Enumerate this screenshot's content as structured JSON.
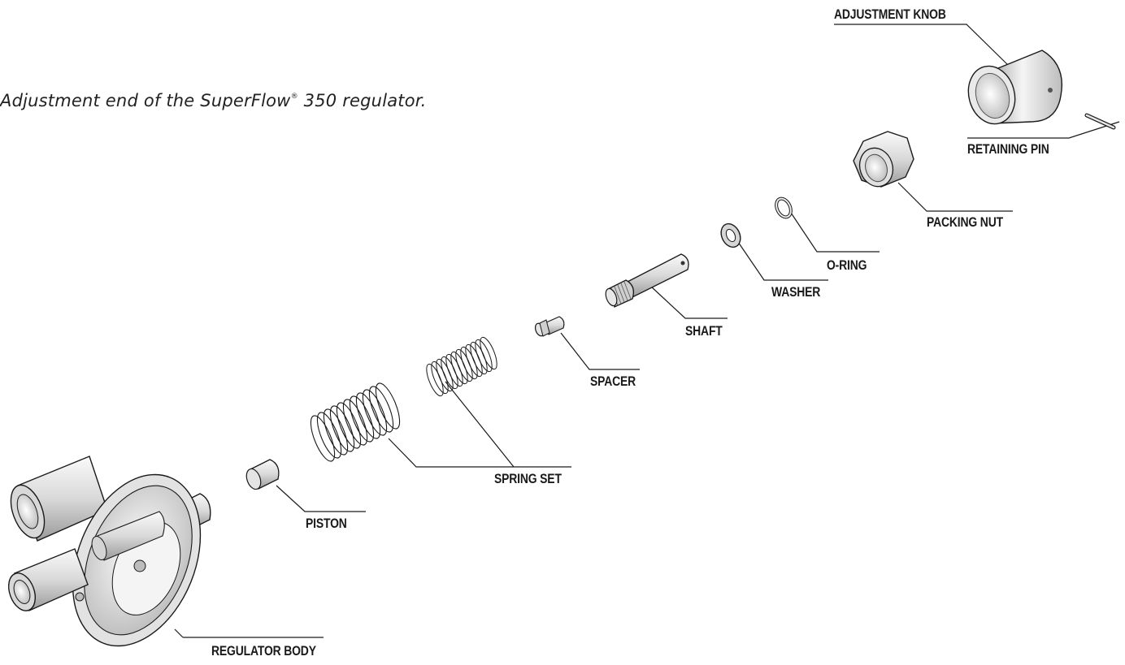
{
  "caption": {
    "text_before": "Adjustment end of the SuperFlow",
    "mark": "®",
    "text_after": " 350 regulator."
  },
  "labels": {
    "adjustment_knob": "ADJUSTMENT KNOB",
    "retaining_pin": "RETAINING PIN",
    "packing_nut": "PACKING NUT",
    "o_ring": "O-RING",
    "washer": "WASHER",
    "shaft": "SHAFT",
    "spacer": "SPACER",
    "spring_set": "SPRING SET",
    "piston": "PISTON",
    "regulator_body": "REGULATOR BODY"
  },
  "colors": {
    "line": "#1a1a1a",
    "metal_light": "#f2f2f2",
    "metal_mid": "#c8c8c8",
    "metal_dark": "#8a8a8a"
  }
}
